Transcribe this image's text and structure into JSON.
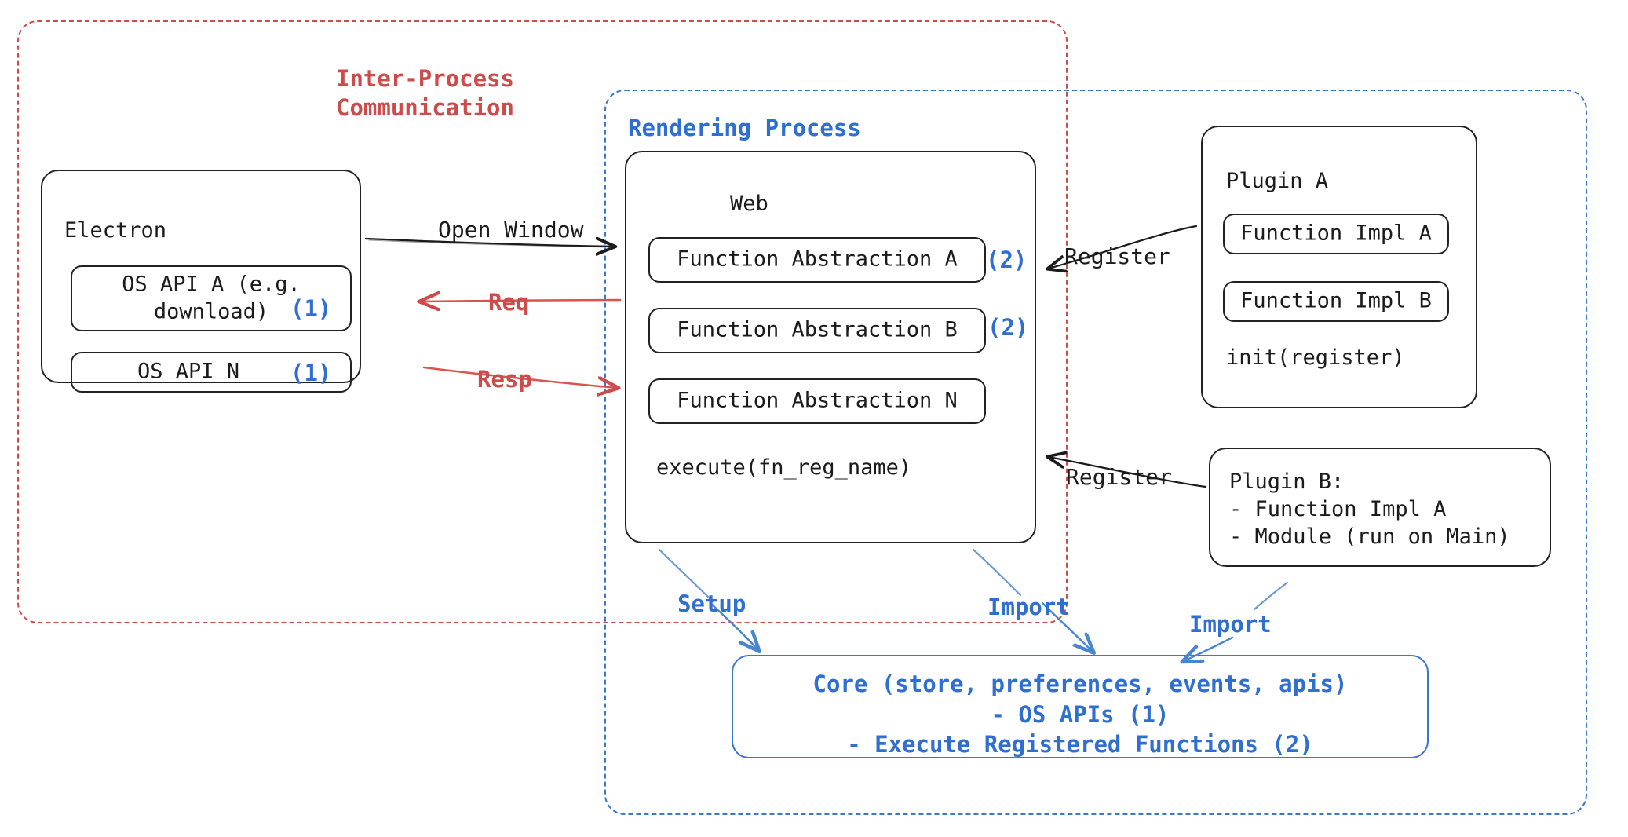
{
  "diagram": {
    "title": "Electron plugin architecture",
    "colors": {
      "ipc_red": "#cc4b4b",
      "render_blue": "#2f6fd0",
      "node_black": "#1b1b1b",
      "background": "#ffffff"
    }
  },
  "regions": {
    "ipc": {
      "label": "Inter-Process\nCommunication",
      "style": "dashed",
      "color": "#cc4b4b"
    },
    "rendering": {
      "label": "Rendering Process",
      "style": "dashed",
      "color": "#2f6fd0"
    }
  },
  "electron": {
    "title": "Electron",
    "items": [
      {
        "label": "OS API A (e.g.\ndownload)",
        "badge": "(1)"
      },
      {
        "label": "OS API N",
        "badge": "(1)"
      }
    ]
  },
  "web": {
    "title": "Web",
    "abstractions": [
      {
        "label": "Function Abstraction A",
        "badge": "(2)"
      },
      {
        "label": "Function Abstraction B",
        "badge": "(2)"
      },
      {
        "label": "Function Abstraction N",
        "badge": ""
      }
    ],
    "method": "execute(fn_reg_name)"
  },
  "plugin_a": {
    "title": "Plugin A",
    "items": [
      {
        "label": "Function Impl A"
      },
      {
        "label": "Function Impl B"
      }
    ],
    "method": "init(register)"
  },
  "plugin_b": {
    "title": "Plugin B:",
    "lines": [
      "Plugin B:",
      "- Function Impl A",
      "- Module (run on Main)"
    ],
    "text": "Plugin B:\n- Function Impl A\n- Module (run on Main)"
  },
  "core": {
    "text": "Core (store, preferences, events, apis)\n- OS APIs (1)\n- Execute Registered Functions (2)",
    "lines": [
      "Core (store, preferences, events, apis)",
      "- OS APIs (1)",
      "- Execute Registered Functions (2)"
    ]
  },
  "edges": [
    {
      "id": "open-window",
      "label": "Open Window",
      "color": "#1b1b1b",
      "from": "electron",
      "to": "web"
    },
    {
      "id": "req",
      "label": "Req",
      "color": "#cc4b4b",
      "from": "web",
      "to": "electron"
    },
    {
      "id": "resp",
      "label": "Resp",
      "color": "#cc4b4b",
      "from": "electron",
      "to": "web"
    },
    {
      "id": "register-plugin-a",
      "label": "Register",
      "color": "#1b1b1b",
      "from": "plugin-a",
      "to": "web"
    },
    {
      "id": "register-plugin-b",
      "label": "Register",
      "color": "#1b1b1b",
      "from": "plugin-b",
      "to": "web"
    },
    {
      "id": "setup",
      "label": "Setup",
      "color": "#2f6fd0",
      "from": "web",
      "to": "core"
    },
    {
      "id": "import-web",
      "label": "Import",
      "color": "#2f6fd0",
      "from": "web",
      "to": "core"
    },
    {
      "id": "import-plugin-b",
      "label": "Import",
      "color": "#2f6fd0",
      "from": "plugin-b",
      "to": "core"
    }
  ]
}
